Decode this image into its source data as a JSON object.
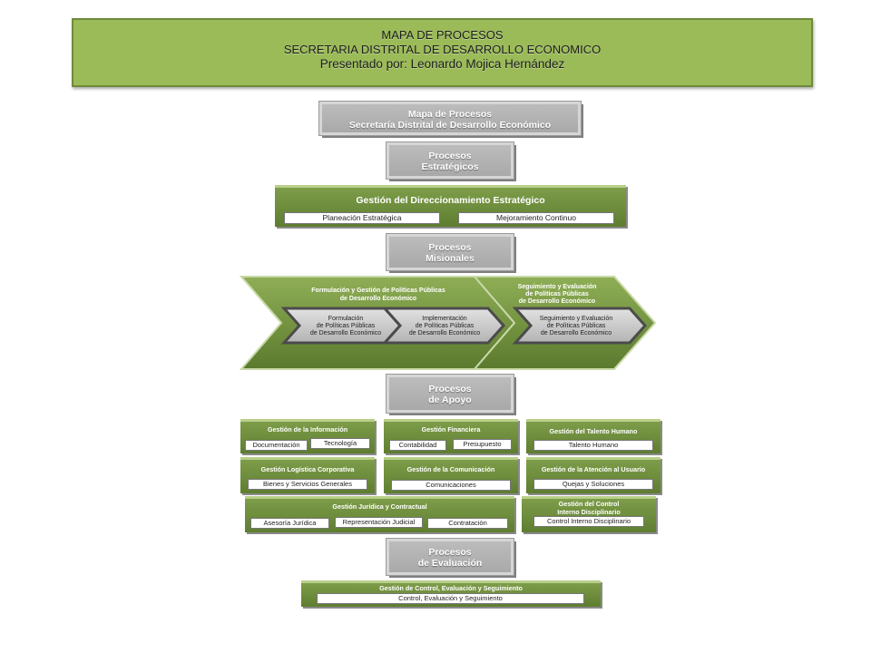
{
  "header": {
    "line1": "MAPA DE PROCESOS",
    "line2": "SECRETARIA DISTRITAL DE DESARROLLO ECONOMICO",
    "line3": "Presentado por: Leonardo Mojica Hernández"
  },
  "map_title": {
    "line1": "Mapa de Procesos",
    "line2": "Secretaría Distrital de Desarrollo Económico"
  },
  "estrategicos": {
    "line1": "Procesos",
    "line2": "Estratégicos",
    "group": "Gestión del Direccionamiento Estratégico",
    "items": [
      "Planeación Estratégica",
      "Mejoramiento Continuo"
    ]
  },
  "misionales": {
    "line1": "Procesos",
    "line2": "Misionales",
    "chevron1": {
      "title1": "Formulación y Gestión de Políticas Públicas",
      "title2": "de Desarrollo Económico",
      "inner1": [
        "Formulación",
        "de Políticas Públicas",
        "de Desarrollo Económico"
      ],
      "inner2": [
        "Implementación",
        "de Políticas Públicas",
        "de Desarrollo Económico"
      ]
    },
    "chevron2": {
      "title1": "Seguimiento y Evaluación",
      "title2": "de Políticas Públicas",
      "title3": "de Desarrollo Económico",
      "inner": [
        "Seguimiento y Evaluación",
        "de Políticas Públicas",
        "de Desarrollo Económico"
      ]
    }
  },
  "apoyo": {
    "line1": "Procesos",
    "line2": "de Apoyo",
    "info": {
      "title": "Gestión de la Información",
      "items": [
        "Documentación",
        "Tecnología"
      ]
    },
    "financiera": {
      "title": "Gestión Financiera",
      "items": [
        "Contabilidad",
        "Presupuesto"
      ]
    },
    "talento": {
      "title": "Gestión del Talento Humano",
      "items": [
        "Talento Humano"
      ]
    },
    "logistica": {
      "title": "Gestión Logística Corporativa",
      "items": [
        "Bienes y Servicios Generales"
      ]
    },
    "comunicacion": {
      "title": "Gestión de la Comunicación",
      "items": [
        "Comunicaciones"
      ]
    },
    "atencion": {
      "title": "Gestión de la Atención al Usuario",
      "items": [
        "Quejas y Soluciones"
      ]
    },
    "juridica": {
      "title": "Gestión Jurídica y Contractual",
      "items": [
        "Asesoría Jurídica",
        "Representación Judicial",
        "Contratación"
      ]
    },
    "control_interno": {
      "title1": "Gestión del Control",
      "title2": "Interno Disciplinario",
      "items": [
        "Control Interno Disciplinario"
      ]
    }
  },
  "evaluacion": {
    "line1": "Procesos",
    "line2": "de Evaluación",
    "group": "Gestión de Control, Evaluación y Seguimiento",
    "items": [
      "Control, Evaluación y Seguimiento"
    ]
  }
}
